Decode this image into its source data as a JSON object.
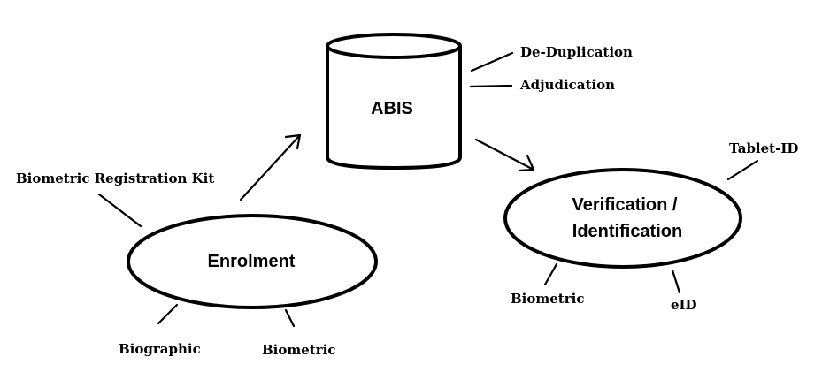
{
  "nodes": {
    "abis": "ABIS",
    "enrolment": "Enrolment",
    "verification_line1": "Verification /",
    "verification_line2": "Identification"
  },
  "labels": {
    "de_duplication": "De-Duplication",
    "adjudication": "Adjudication",
    "tablet_id": "Tablet-ID",
    "biometric_registration_kit": "Biometric Registration Kit",
    "biographic": "Biographic",
    "biometric_enrolment": "Biometric",
    "biometric_verification": "Biometric",
    "eid": "eID"
  }
}
